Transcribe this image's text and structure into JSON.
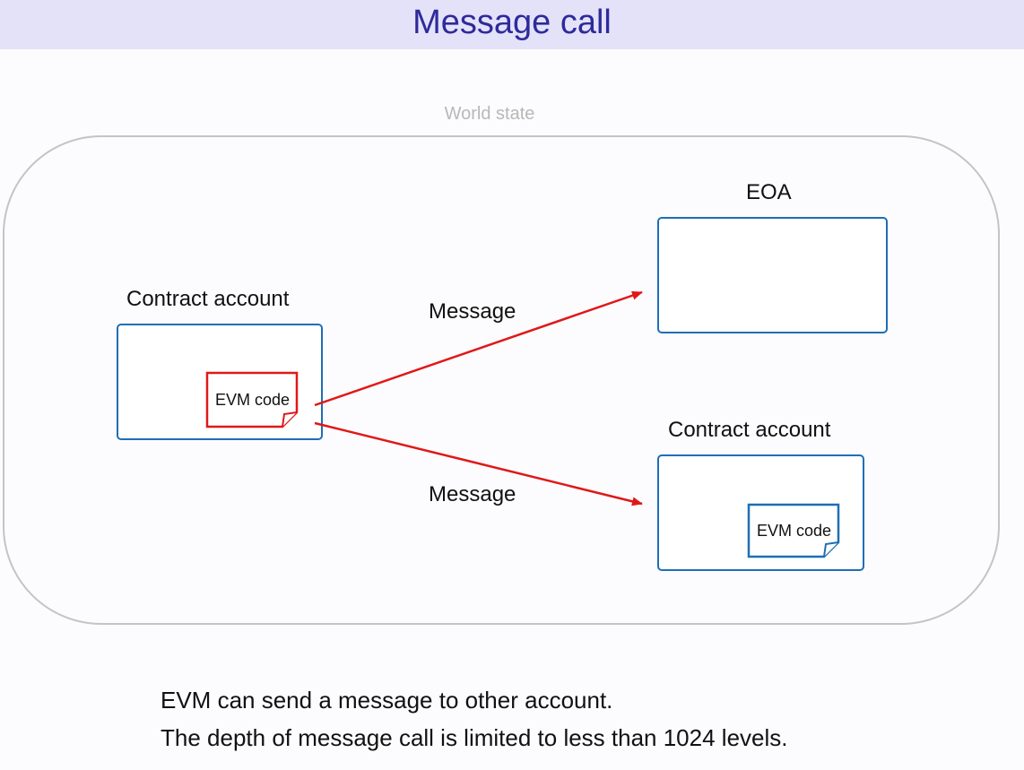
{
  "title": "Message call",
  "world_state_label": "World state",
  "contract_left": {
    "label": "Contract account",
    "code_label": "EVM code"
  },
  "eoa": {
    "label": "EOA"
  },
  "contract_right": {
    "label": "Contract account",
    "code_label": "EVM code"
  },
  "messages": {
    "upper": "Message",
    "lower": "Message"
  },
  "caption": {
    "line1": "EVM can send a message to other account.",
    "line2": "The depth of message call is limited to less than 1024 levels."
  },
  "colors": {
    "title_text": "#2e2a9c",
    "title_bar": "#e4e2f8",
    "box_border": "#1f6eb5",
    "active_code": "#e01818",
    "arrow": "#e01818",
    "world_border": "#c4c4c4"
  }
}
